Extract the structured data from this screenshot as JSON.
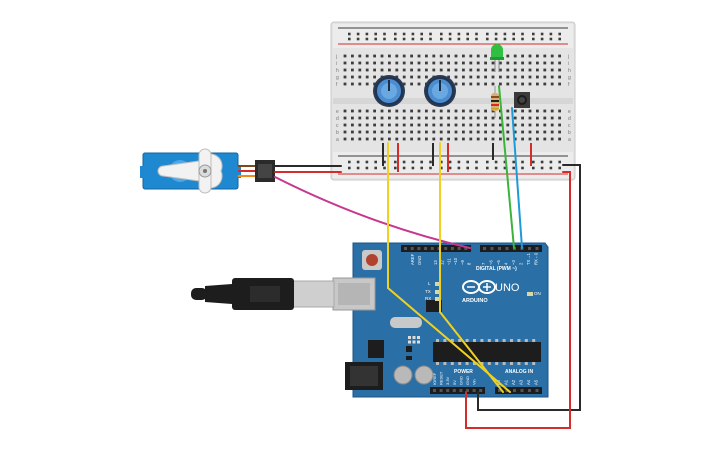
{
  "board": {
    "brand": "ARDUINO",
    "model": "UNO",
    "digital_label": "DIGITAL (PWM ~)",
    "analog_label": "ANALOG IN",
    "power_label": "POWER",
    "on_label": "ON",
    "l_label": "L",
    "tx_label": "TX",
    "rx_label": "RX",
    "aref_label": "AREF",
    "gnd_label": "GND",
    "analog_pins": [
      "A0",
      "A1",
      "A2",
      "A3",
      "A4",
      "A5"
    ],
    "power_pins": [
      "IOREF",
      "RESET",
      "3.3V",
      "5V",
      "GND",
      "GND",
      "Vin"
    ],
    "digital_pins": [
      "13",
      "12",
      "~11",
      "~10",
      "~9",
      "8",
      "7",
      "~6",
      "~5",
      "4",
      "~3",
      "2",
      "TX→1",
      "RX←0"
    ]
  },
  "breadboard": {
    "row_letters": [
      "j",
      "i",
      "h",
      "g",
      "f",
      "e",
      "d",
      "c",
      "b",
      "a"
    ],
    "column_count": 30
  },
  "components": [
    "servo",
    "potentiometer",
    "potentiometer",
    "led-green",
    "resistor",
    "pushbutton",
    "usb-cable"
  ],
  "wire_colors": {
    "red": "#d42b2b",
    "black": "#2a2a2a",
    "yellow": "#f0d020",
    "green": "#3cb33c",
    "blue": "#1e9bd7",
    "magenta": "#c8378f"
  },
  "colors": {
    "board": "#2a6fa6",
    "board_dark": "#1d5686",
    "breadboard": "#e6e6e6",
    "servo": "#1e88d0"
  }
}
